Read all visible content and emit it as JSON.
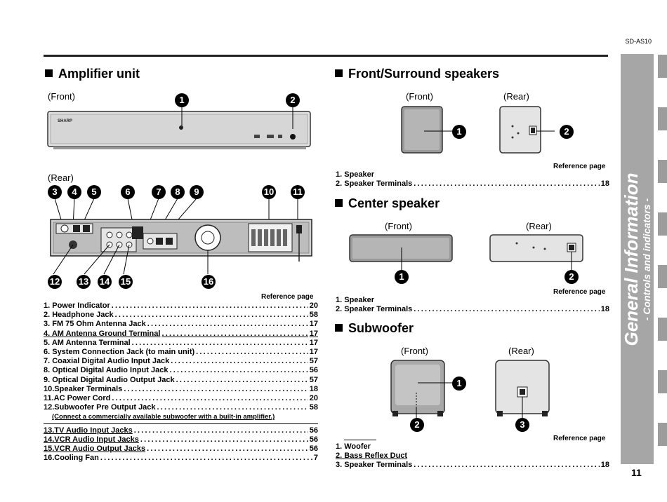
{
  "header": {
    "model": "SD-AS10"
  },
  "sidebar": {
    "title": "General Information",
    "subtitle": "- Controls and indicators -"
  },
  "page_number": "11",
  "amplifier": {
    "title": "Amplifier unit",
    "front_label": "(Front)",
    "rear_label": "(Rear)",
    "brand": "SHARP",
    "ref_title": "Reference page",
    "items": [
      {
        "label": "1. Power Indicator",
        "page": "20"
      },
      {
        "label": "2. Headphone Jack",
        "page": "58"
      },
      {
        "label": "3. FM 75 Ohm Antenna Jack",
        "page": "17"
      },
      {
        "label": "4. AM Antenna Ground Terminal",
        "page": "17"
      },
      {
        "label": "5. AM Antenna Terminal",
        "page": "17"
      },
      {
        "label": "6. System Connection Jack (to main unit)",
        "page": "17"
      },
      {
        "label": "7. Coaxial Digital Audio Input Jack",
        "page": "57"
      },
      {
        "label": "8. Optical Digital Audio Input Jack",
        "page": "56"
      },
      {
        "label": "9. Optical Digital Audio Output Jack",
        "page": "57"
      },
      {
        "label": "10.Speaker Terminals",
        "page": "18"
      },
      {
        "label": "11.AC Power Cord",
        "page": "20"
      },
      {
        "label": "12.Subwoofer Pre Output Jack",
        "page": "58"
      }
    ],
    "note": "(Connect a commercially available subwoofer with a built-in amplifier.)",
    "items2": [
      {
        "label": "13.TV Audio Input Jacks",
        "page": "56"
      },
      {
        "label": "14.VCR Audio Input Jacks",
        "page": "56"
      },
      {
        "label": "15.VCR Audio Output Jacks",
        "page": "56"
      },
      {
        "label": "16.Cooling Fan",
        "page": "7"
      }
    ]
  },
  "front_surround": {
    "title": "Front/Surround speakers",
    "front_label": "(Front)",
    "rear_label": "(Rear)",
    "ref_title": "Reference page",
    "items": [
      {
        "label": "1. Speaker",
        "page": ""
      },
      {
        "label": "2. Speaker Terminals",
        "page": "18"
      }
    ]
  },
  "center": {
    "title": "Center speaker",
    "front_label": "(Front)",
    "rear_label": "(Rear)",
    "ref_title": "Reference page",
    "items": [
      {
        "label": "1. Speaker",
        "page": ""
      },
      {
        "label": "2. Speaker Terminals",
        "page": "18"
      }
    ]
  },
  "subwoofer": {
    "title": "Subwoofer",
    "front_label": "(Front)",
    "rear_label": "(Rear)",
    "ref_title": "Reference page",
    "items": [
      {
        "label": "1. Woofer",
        "page": ""
      },
      {
        "label": "2. Bass Reflex Duct",
        "page": ""
      },
      {
        "label": "3. Speaker Terminals",
        "page": "18"
      }
    ]
  },
  "badges": [
    "1",
    "2",
    "3",
    "4",
    "5",
    "6",
    "7",
    "8",
    "9",
    "10",
    "11",
    "12",
    "13",
    "14",
    "15",
    "16"
  ]
}
